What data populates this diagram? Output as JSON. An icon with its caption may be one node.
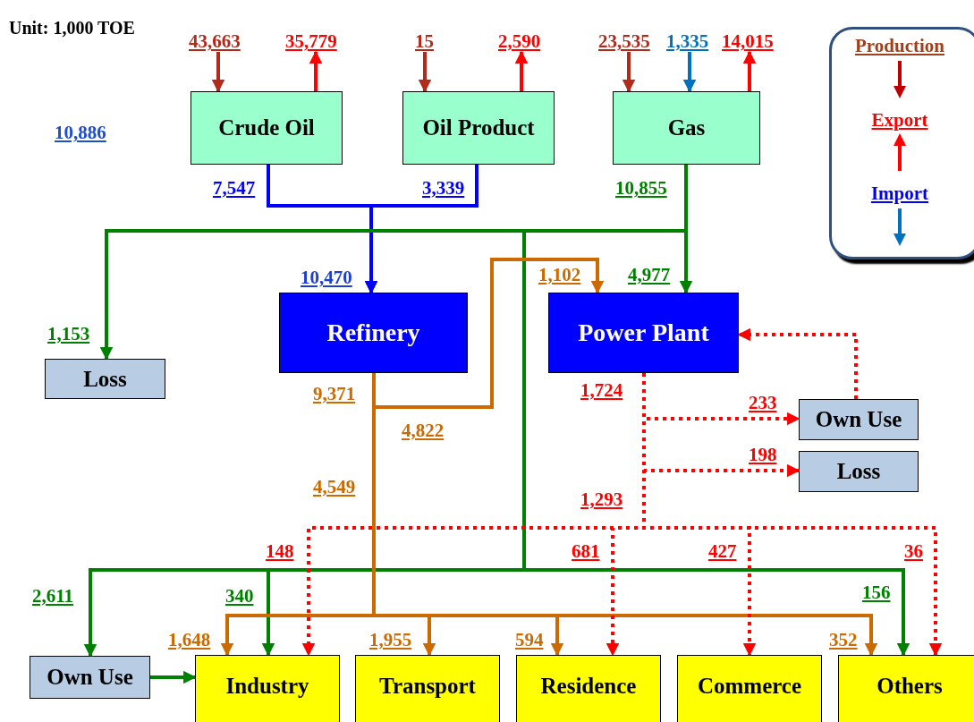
{
  "diagram": {
    "nodes": [
      {
        "text": [
          "Crude Oil"
        ]
      },
      {
        "text": [
          "Oil Product"
        ]
      },
      {
        "text": [
          "Gas"
        ]
      },
      {
        "text": [
          "Refinery"
        ]
      },
      {
        "text": [
          "Power Plant"
        ]
      },
      {
        "text": [
          "Loss"
        ]
      },
      {
        "text": [
          "Own Use"
        ]
      },
      {
        "text": [
          "Loss"
        ]
      },
      {
        "text": [
          "Own Use"
        ]
      },
      {
        "text": [
          "Industry"
        ]
      },
      {
        "text": [
          "Transport"
        ]
      },
      {
        "text": [
          "Residence"
        ]
      },
      {
        "text": [
          "Commerce"
        ]
      },
      {
        "text": [
          "Others"
        ]
      }
    ],
    "edges": [
      {
        "from": null,
        "to": 0,
        "arrow": "to",
        "label": "43,663",
        "color": "#b22a1a"
      },
      {
        "from": 0,
        "to": null,
        "arrow": "to",
        "label": "35,779",
        "color": "#ff0000"
      },
      {
        "from": null,
        "to": 1,
        "arrow": "to",
        "label": "15",
        "color": "#b22a1a"
      },
      {
        "from": 1,
        "to": null,
        "arrow": "to",
        "label": "2,590",
        "color": "#ff0000"
      },
      {
        "from": null,
        "to": 2,
        "arrow": "to",
        "label": "23,535",
        "color": "#b22a1a"
      },
      {
        "from": null,
        "to": 2,
        "arrow": "to",
        "label": "1,335",
        "color": "#0070c0"
      },
      {
        "from": 2,
        "to": null,
        "arrow": "to",
        "label": "14,015",
        "color": "#ff0000"
      },
      {
        "from": 0,
        "to": 3,
        "arrow": "to",
        "label": "7,547",
        "color": "#0000ff"
      },
      {
        "from": 1,
        "to": 3,
        "arrow": "to",
        "label": "3,339",
        "color": "#0000ff"
      },
      {
        "from": 2,
        "to": 5,
        "arrow": "to",
        "label": "1,153",
        "color": "#008000"
      },
      {
        "from": 2,
        "to": 4,
        "arrow": "to",
        "label": "4,977",
        "color": "#008000"
      },
      {
        "from": 2,
        "to": 8,
        "arrow": "to",
        "label": "2,611",
        "color": "#008000"
      },
      {
        "from": 2,
        "to": 9,
        "arrow": "to",
        "label": "340",
        "color": "#008000"
      },
      {
        "from": 2,
        "to": 13,
        "arrow": "to",
        "label": "156",
        "color": "#008000"
      },
      {
        "from": 3,
        "to": 4,
        "arrow": "to",
        "label": "1,102",
        "color": "#cc6a00"
      },
      {
        "from": 3,
        "to": 9,
        "arrow": "to",
        "label": "1,648",
        "color": "#cc6a00"
      },
      {
        "from": 3,
        "to": 10,
        "arrow": "to",
        "label": "1,955",
        "color": "#cc6a00"
      },
      {
        "from": 3,
        "to": 11,
        "arrow": "to",
        "label": "594",
        "color": "#cc6a00"
      },
      {
        "from": 3,
        "to": 13,
        "arrow": "to",
        "label": "352",
        "color": "#cc6a00"
      },
      {
        "from": 4,
        "to": 6,
        "arrow": "to",
        "label": "233",
        "style": "dashed",
        "color": "#ff0000"
      },
      {
        "from": 4,
        "to": 7,
        "arrow": "to",
        "label": "198",
        "style": "dashed",
        "color": "#ff0000"
      },
      {
        "from": 6,
        "to": 4,
        "arrow": "to",
        "style": "dashed",
        "color": "#ff0000"
      },
      {
        "from": 4,
        "to": 9,
        "arrow": "to",
        "label": "148",
        "style": "dashed",
        "color": "#ff0000"
      },
      {
        "from": 4,
        "to": 11,
        "arrow": "to",
        "label": "681",
        "style": "dashed",
        "color": "#ff0000"
      },
      {
        "from": 4,
        "to": 12,
        "arrow": "to",
        "label": "427",
        "style": "dashed",
        "color": "#ff0000"
      },
      {
        "from": 4,
        "to": 13,
        "arrow": "to",
        "label": "36",
        "style": "dashed",
        "color": "#ff0000"
      },
      {
        "from": 8,
        "to": 9,
        "arrow": "to",
        "color": "#008000"
      }
    ],
    "labels": [
      "Unit: 1,000 TOE",
      "10,886",
      "10,470",
      "10,855",
      "9,371",
      "4,822",
      "4,549",
      "1,724",
      "1,293"
    ],
    "legend": [
      {
        "text": "Production"
      },
      {
        "text": "Export"
      },
      {
        "text": "Import"
      }
    ]
  }
}
